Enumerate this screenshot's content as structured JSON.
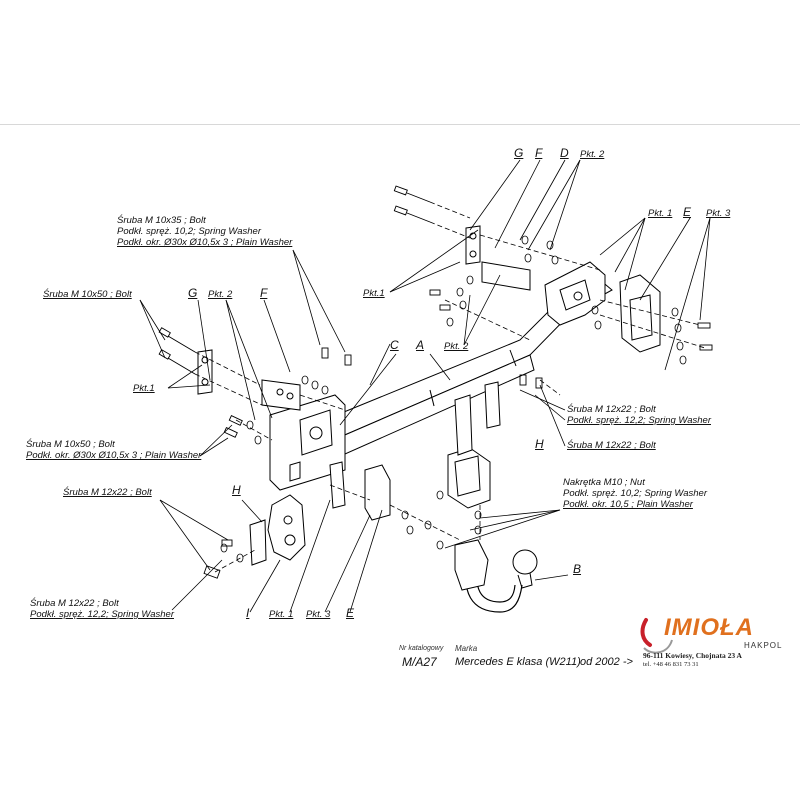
{
  "labels": {
    "g_top": "G",
    "f_top": "F",
    "d_top": "D",
    "pkt2_top": "Pkt. 2",
    "pkt1_right": "Pkt. 1",
    "e_right": "E",
    "pkt3_right": "Pkt. 3",
    "bolt_10x35_a": "Śruba M 10x35 ;  Bolt",
    "bolt_10x35_b": "Podkł. spręż. 10,2; Spring Washer",
    "bolt_10x35_c": "Podkł. okr.  Ø30x Ø10,5x 3 ; Plain Washer",
    "bolt_10x50_top": "Śruba M 10x50 ;  Bolt",
    "g_left": "G",
    "pkt2_left": "Pkt. 2",
    "f_left": "F",
    "pkt1_mid": "Pkt.1",
    "pkt1_left": "Pkt.1",
    "pkt2_mid": "Pkt. 2",
    "c_label": "C",
    "a_label": "A",
    "bolt_12x22_right_a": "Śruba M 12x22 ;  Bolt",
    "bolt_12x22_right_b": "Podkł. spręż. 12,2; Spring Washer",
    "h_right": "H",
    "bolt_12x22_right2": "Śruba M 12x22 ;  Bolt",
    "bolt_10x50_left_a": "Śruba M 10x50 ;  Bolt",
    "bolt_10x50_left_b": "Podkł. okr.  Ø30x Ø10,5x 3 ; Plain Washer",
    "nut_a": "Nakrętka  M10 ; Nut",
    "nut_b": "Podkł. spręż. 10,2; Spring Washer",
    "nut_c": "Podkł. okr. 10,5 ; Plain Washer",
    "bolt_12x22_left": "Śruba M 12x22 ;  Bolt",
    "h_left": "H",
    "b_label": "B",
    "bolt_12x22_bottom_a": "Śruba M 12x22 ;  Bolt",
    "bolt_12x22_bottom_b": "Podkł. spręż. 12,2; Spring Washer",
    "i_label": "I",
    "pkt1_bottom": "Pkt. 1",
    "pkt3_bottom": "Pkt. 3",
    "e_bottom": "E"
  },
  "title_block": {
    "catalog_caption": "Nr katalogowy",
    "brand_caption": "Marka",
    "catalog_number": "M/A27",
    "model": "Mercedes E klasa (W211)",
    "year": "od  2002 ->"
  },
  "brand": {
    "logo_text": "IMIOŁA",
    "logo_sub": "HAKPOL",
    "address": "96-111 Kowiesy, Chojnata 23 A",
    "phone": "tel. +48 46 831 73 31",
    "accent_color": "#e0701e",
    "accent_red": "#c8202a"
  }
}
